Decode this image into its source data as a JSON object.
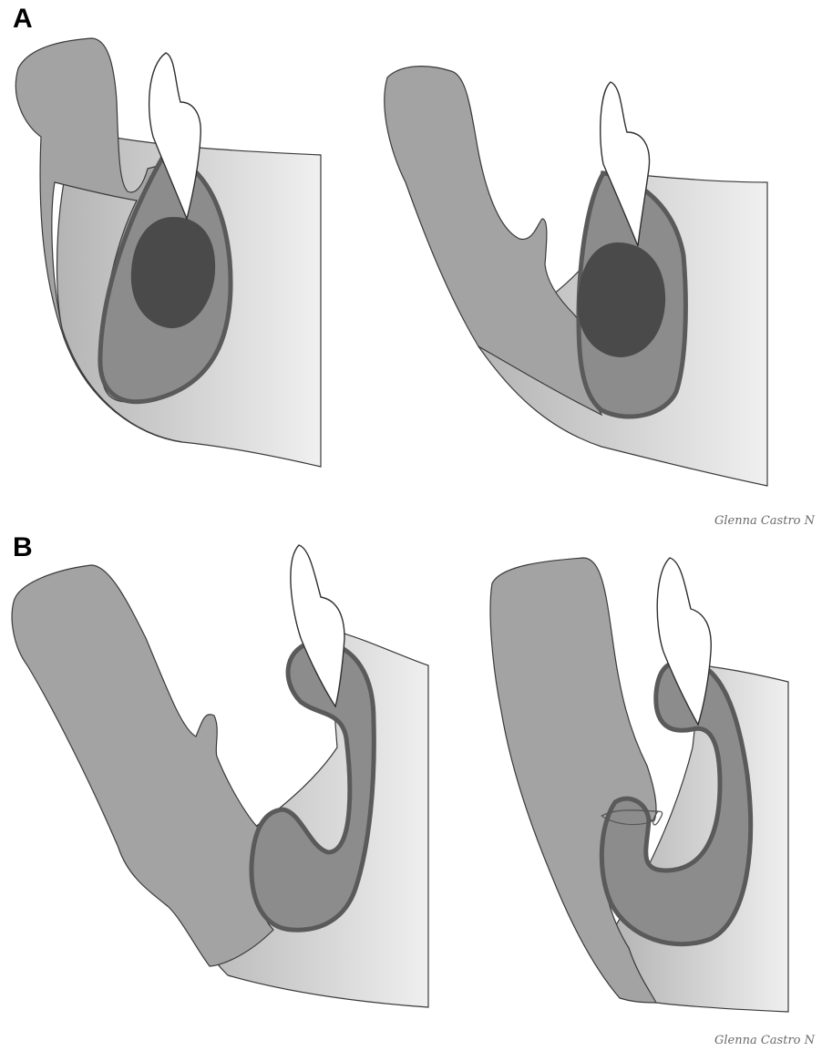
{
  "panels": {
    "a": {
      "label": "A",
      "credit": "Glenna Castro N"
    },
    "b": {
      "label": "B",
      "credit": "Glenna Castro N"
    }
  },
  "colors": {
    "bone": "#9f9f9f",
    "soft_tissue_light": "#ececec",
    "soft_tissue_dark": "#b9b9b9",
    "lesion_fill": "#8a8a8a",
    "lesion_outline": "#595959",
    "lesion_core": "#494949",
    "tooth": "#ffffff",
    "outline": "#333333"
  }
}
